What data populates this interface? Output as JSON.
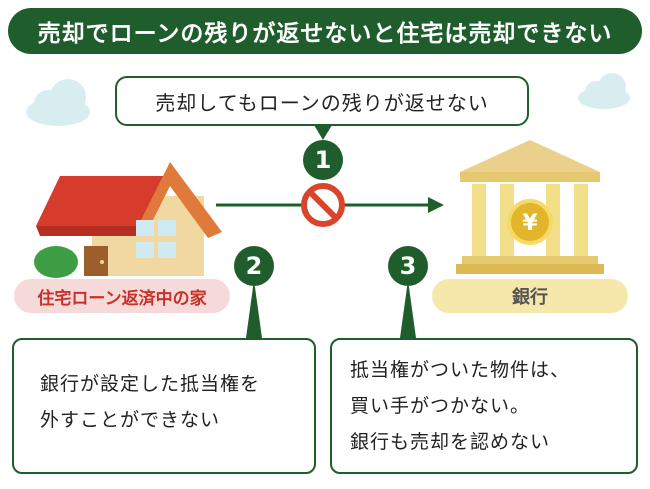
{
  "title": "売却でローンの残りが返せないと住宅は売却できない",
  "callout": "売却してもローンの残りが返せない",
  "badges": {
    "one": "1",
    "two": "2",
    "three": "3"
  },
  "house_label": "住宅ローン返済中の家",
  "bank_label": "銀行",
  "bank_symbol": "¥",
  "box_left": {
    "line1": "銀行が設定した抵当権を",
    "line2": "外すことができない"
  },
  "box_right": {
    "line1": "抵当権がついた物件は、",
    "line2": "買い手がつかない。",
    "line3": "銀行も売却を認めない"
  },
  "colors": {
    "accent": "#1f5e2c",
    "prohibit": "#d9452b",
    "gold": "#e9c54a",
    "roof": "#d63b2c"
  }
}
